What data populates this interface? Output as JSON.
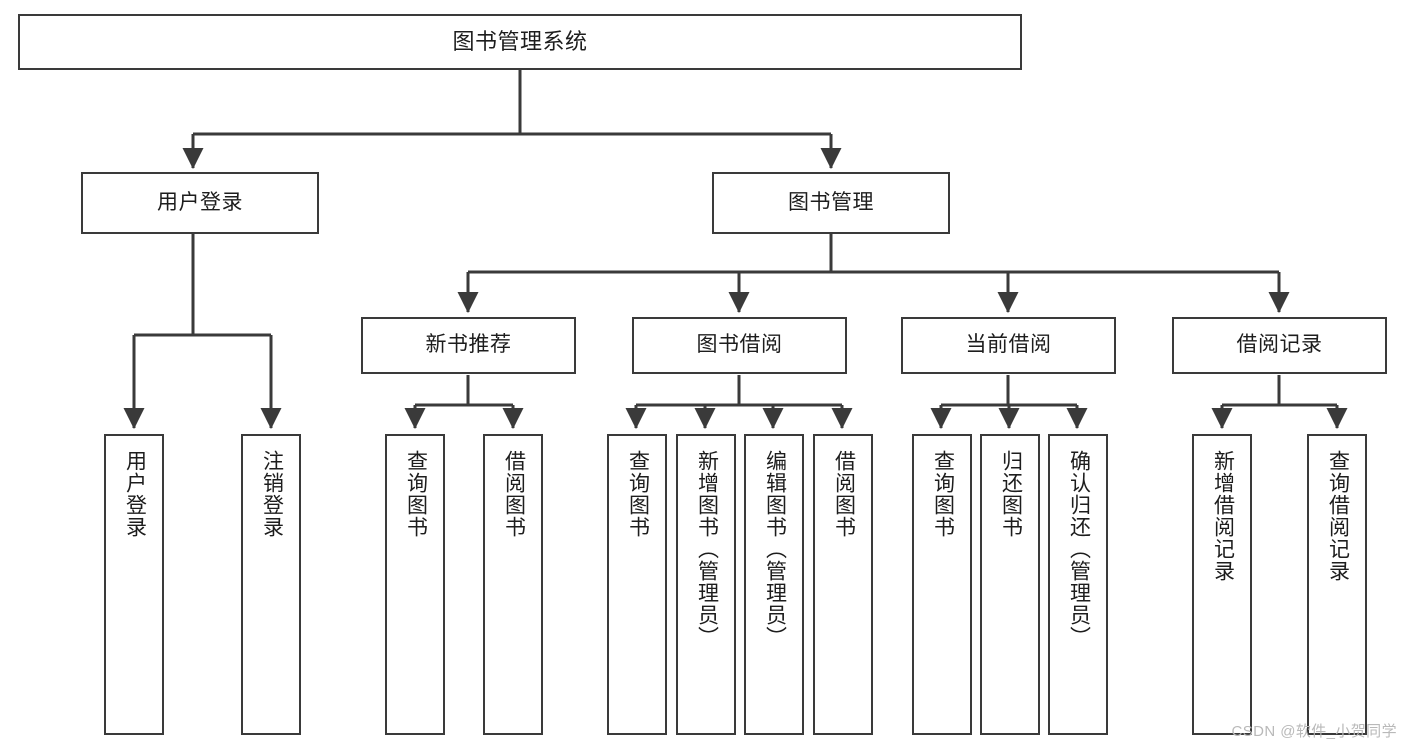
{
  "diagram": {
    "title": "图书管理系统",
    "watermark": "CSDN @软件_小贺同学",
    "type": "tree-hierarchy-diagram",
    "colors": {
      "box_border": "#3a3a3a",
      "box_fill": "#ffffff",
      "edge": "#3a3a3a",
      "text": "#1d1d1d",
      "watermark": "#b9b9b9",
      "background": "#ffffff"
    },
    "nodes": {
      "root": {
        "id": "root",
        "label": "图书管理系统",
        "level": 1
      },
      "level2": [
        {
          "id": "user-login",
          "label": "用户登录",
          "level": 2
        },
        {
          "id": "book-manage",
          "label": "图书管理",
          "level": 2
        }
      ],
      "level3": [
        {
          "id": "new-book-recommend",
          "label": "新书推荐",
          "level": 3,
          "parent": "book-manage"
        },
        {
          "id": "book-borrow",
          "label": "图书借阅",
          "level": 3,
          "parent": "book-manage"
        },
        {
          "id": "current-borrow",
          "label": "当前借阅",
          "level": 3,
          "parent": "book-manage"
        },
        {
          "id": "borrow-record",
          "label": "借阅记录",
          "level": 3,
          "parent": "book-manage"
        }
      ],
      "leaves": [
        {
          "id": "leaf-user-login",
          "label": "用户登录",
          "parent": "user-login"
        },
        {
          "id": "leaf-logout-login",
          "label": "注销登录",
          "parent": "user-login"
        },
        {
          "id": "leaf-query-book-1",
          "label": "查询图书",
          "parent": "new-book-recommend"
        },
        {
          "id": "leaf-borrow-book-1",
          "label": "借阅图书",
          "parent": "new-book-recommend"
        },
        {
          "id": "leaf-query-book-2",
          "label": "查询图书",
          "parent": "book-borrow"
        },
        {
          "id": "leaf-add-book",
          "label": "新增图书（管理员）",
          "parent": "book-borrow"
        },
        {
          "id": "leaf-edit-book",
          "label": "编辑图书（管理员）",
          "parent": "book-borrow"
        },
        {
          "id": "leaf-borrow-book-2",
          "label": "借阅图书",
          "parent": "book-borrow"
        },
        {
          "id": "leaf-query-book-3",
          "label": "查询图书",
          "parent": "current-borrow"
        },
        {
          "id": "leaf-return-book",
          "label": "归还图书",
          "parent": "current-borrow"
        },
        {
          "id": "leaf-confirm-return",
          "label": "确认归还（管理员）",
          "parent": "current-borrow"
        },
        {
          "id": "leaf-add-record",
          "label": "新增借阅记录",
          "parent": "borrow-record"
        },
        {
          "id": "leaf-query-record",
          "label": "查询借阅记录",
          "parent": "borrow-record"
        }
      ]
    }
  }
}
